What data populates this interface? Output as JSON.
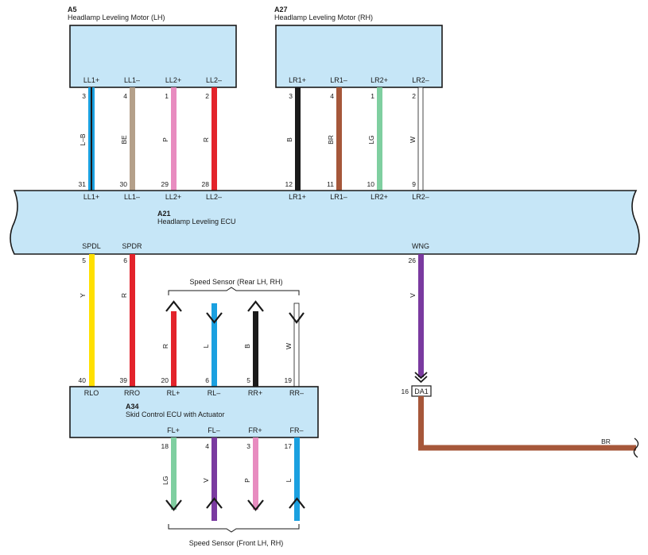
{
  "components": {
    "a5": {
      "code": "A5",
      "name": "Headlamp Leveling Motor (LH)",
      "terminals": [
        "LL1+",
        "LL1–",
        "LL2+",
        "LL2–"
      ]
    },
    "a27": {
      "code": "A27",
      "name": "Headlamp Leveling Motor (RH)",
      "terminals": [
        "LR1+",
        "LR1–",
        "LR2+",
        "LR2–"
      ]
    },
    "a21": {
      "code": "A21",
      "name": "Headlamp Leveling ECU",
      "top_terminals": [
        "LL1+",
        "LL1–",
        "LL2+",
        "LL2–",
        "LR1+",
        "LR1–",
        "LR2+",
        "LR2–"
      ],
      "bottom_terminals": [
        "SPDL",
        "SPDR",
        "WNG"
      ]
    },
    "a34": {
      "code": "A34",
      "name": "Skid Control ECU with Actuator",
      "top_terminals": [
        "RLO",
        "RRO",
        "RL+",
        "RL–",
        "RR+",
        "RR–"
      ],
      "bottom_terminals": [
        "FL+",
        "FL–",
        "FR+",
        "FR–"
      ]
    },
    "connector": {
      "code": "DA1",
      "pin": "16"
    }
  },
  "brackets": {
    "rear": "Speed Sensor (Rear LH,  RH)",
    "front": "Speed Sensor (Front LH,  RH)"
  },
  "wires": [
    {
      "id": "w-ll1p",
      "code": "L–B",
      "from_pin": "3",
      "to_pin": "31",
      "colors": [
        "#1aa0e0",
        "#1a1a1a"
      ]
    },
    {
      "id": "w-ll1m",
      "code": "BE",
      "from_pin": "4",
      "to_pin": "30",
      "colors": [
        "#b4a08a"
      ]
    },
    {
      "id": "w-ll2p",
      "code": "P",
      "from_pin": "1",
      "to_pin": "29",
      "colors": [
        "#e88cc0"
      ]
    },
    {
      "id": "w-ll2m",
      "code": "R",
      "from_pin": "2",
      "to_pin": "28",
      "colors": [
        "#e3232b"
      ]
    },
    {
      "id": "w-lr1p",
      "code": "B",
      "from_pin": "3",
      "to_pin": "12",
      "colors": [
        "#1a1a1a"
      ]
    },
    {
      "id": "w-lr1m",
      "code": "BR",
      "from_pin": "4",
      "to_pin": "11",
      "colors": [
        "#a6573a"
      ]
    },
    {
      "id": "w-lr2p",
      "code": "LG",
      "from_pin": "1",
      "to_pin": "10",
      "colors": [
        "#7fcfa0"
      ]
    },
    {
      "id": "w-lr2m",
      "code": "W",
      "from_pin": "2",
      "to_pin": "9",
      "colors": [
        "#ffffff"
      ]
    },
    {
      "id": "w-spdl",
      "code": "Y",
      "from_pin": "5",
      "to_pin": "40",
      "colors": [
        "#ffe000"
      ]
    },
    {
      "id": "w-spdr",
      "code": "R",
      "from_pin": "6",
      "to_pin": "39",
      "colors": [
        "#e3232b"
      ]
    },
    {
      "id": "w-rlp",
      "code": "R",
      "pin": "20",
      "colors": [
        "#e3232b"
      ]
    },
    {
      "id": "w-rlm",
      "code": "L",
      "pin": "6",
      "colors": [
        "#1aa0e0"
      ]
    },
    {
      "id": "w-rrp",
      "code": "B",
      "pin": "5",
      "colors": [
        "#1a1a1a"
      ]
    },
    {
      "id": "w-rrm",
      "code": "W",
      "pin": "19",
      "colors": [
        "#ffffff"
      ]
    },
    {
      "id": "w-flp",
      "code": "LG",
      "pin": "18",
      "colors": [
        "#7fcfa0"
      ]
    },
    {
      "id": "w-flm",
      "code": "V",
      "pin": "4",
      "colors": [
        "#7a3aa0"
      ]
    },
    {
      "id": "w-frp",
      "code": "P",
      "pin": "3",
      "colors": [
        "#e88cc0"
      ]
    },
    {
      "id": "w-frm",
      "code": "L",
      "pin": "17",
      "colors": [
        "#1aa0e0"
      ]
    },
    {
      "id": "w-wng",
      "code": "V",
      "pin": "26",
      "colors": [
        "#7a3aa0"
      ]
    },
    {
      "id": "w-br",
      "code": "BR",
      "colors": [
        "#a6573a"
      ]
    }
  ]
}
